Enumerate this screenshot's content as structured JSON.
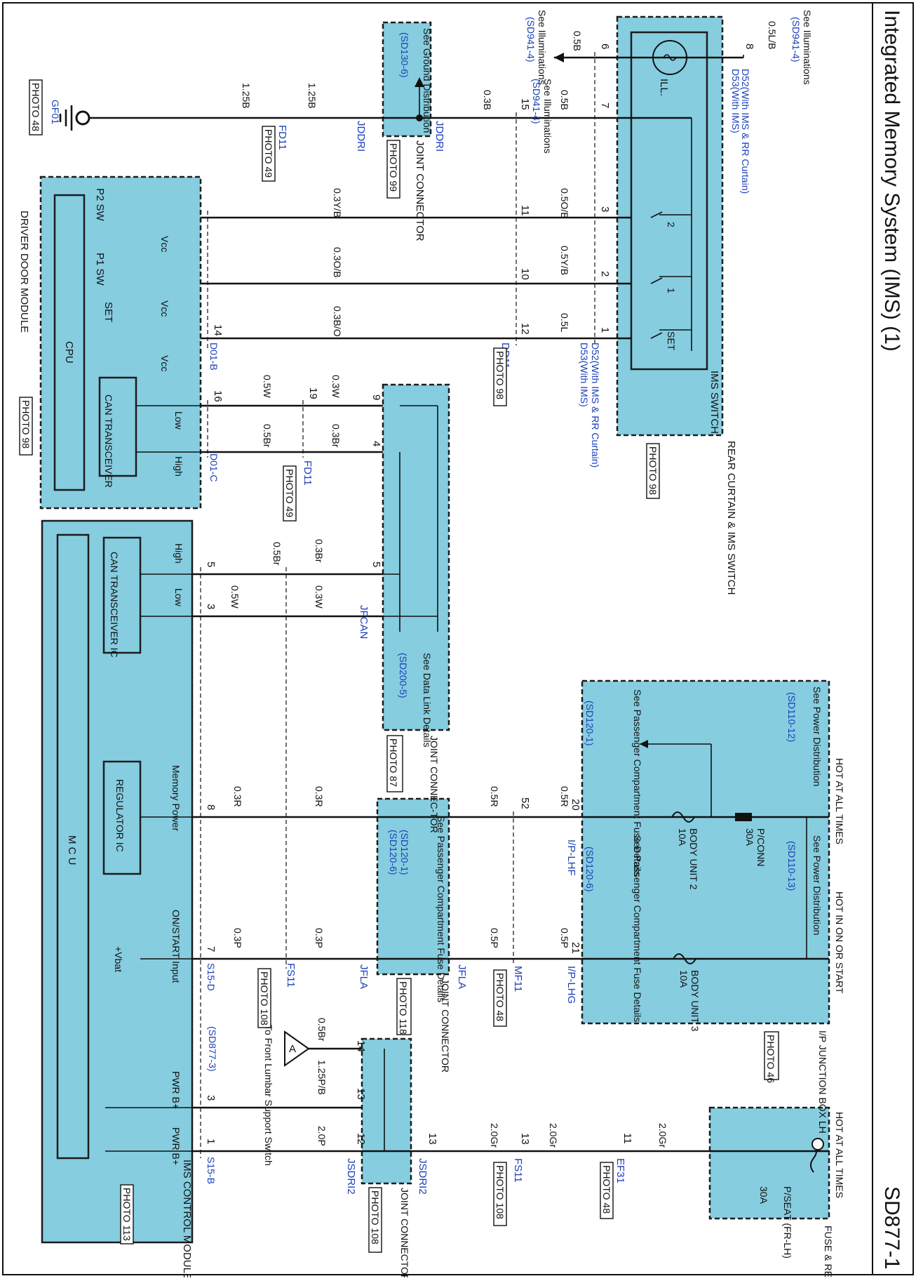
{
  "title": "Integrated Memory System (IMS) (1)",
  "page_code": "SD877-1",
  "modules": {
    "rear_curtain_ims_switch": {
      "name": "REAR CURTAIN & IMS SWITCH",
      "photo": "PHOTO 98",
      "connector_a": "D53(With IMS)",
      "connector_b": "D52(With IMS & RR Curtain)",
      "ims_switch": "IMS SWITCH",
      "ill": "ILL.",
      "sw_labels": [
        "2",
        "1",
        "SET"
      ]
    },
    "driver_door_module": {
      "name": "DRIVER DOOR MODULE",
      "photo": "PHOTO 98",
      "cpu": "CPU",
      "can": "CAN TRANSCEIVER",
      "conn_b": "D01-B",
      "conn_c": "D01-C",
      "inputs": [
        "P2 SW",
        "P1 SW",
        "SET"
      ],
      "vcc": "Vcc",
      "low": "Low",
      "high": "High"
    },
    "ims_control_module": {
      "name": "IMS CONTROL MODULE",
      "photo": "PHOTO 113",
      "mcu": "M C U",
      "can": "CAN TRANSCEIVER IC",
      "regulator": "REGULATOR IC",
      "memory_power": "Memory Power",
      "on_start": "ON/START Input",
      "vbat": "+Vbat",
      "pwr": "PWR B+",
      "high": "High",
      "low": "Low",
      "conn_d": "S15-D",
      "conn_b": "S15-B"
    },
    "ip_junction_box": {
      "name": "I/P JUNCTION BOX LH",
      "photo": "PHOTO 46",
      "hot_all": "HOT AT ALL TIMES",
      "hot_on": "HOT IN ON OR START",
      "pconn_name": "P/CONN",
      "pconn_rating": "30A",
      "fuse2_name": "BODY UNIT 2",
      "fuse2_rating": "10A",
      "fuse3_name": "BODY UNIT 3",
      "fuse3_rating": "10A",
      "power_ref1": "See Power Distribution",
      "power_ref1_code": "(SD110-12)",
      "power_ref2": "See Power Distribution",
      "power_ref2_code": "(SD110-13)",
      "pass_ref": "See Passenger Compartment Fuse Details",
      "pass_ref1_code": "(SD120-1)",
      "pass_ref2_code": "(SD120-6)",
      "conn_hf": "I/P-LHF",
      "conn_hg": "I/P-LHG"
    },
    "fuse_relay_box": {
      "name": "FUSE & RELAY BOX",
      "hot_all": "HOT AT ALL TIMES",
      "fuse_name": "P/SEAT (FR-LH)",
      "fuse_rating": "30A"
    },
    "jddri": {
      "name": "JOINT CONNECTOR",
      "photo": "PHOTO 99",
      "ref": "See Ground Distribution",
      "ref_code": "(SD130-6)",
      "code": "JDDRI"
    },
    "jfcan": {
      "name": "JOINT CONNEC-TOR",
      "photo": "PHOTO 87",
      "ref": "See Data Link Details",
      "ref_code": "(SD200-5)",
      "code": "JFCAN"
    },
    "jfla": {
      "name": "JOINT CONNECTOR",
      "photo": "PHOTO 118",
      "ref": "See Passenger Compartment Fuse Details",
      "ref_code1": "(SD120-1)",
      "ref_code2": "(SD120-6)",
      "code": "JFLA"
    },
    "jsdri2": {
      "name": "JOINT CONNECTOR",
      "photo": "PHOTO 108",
      "code": "JSDRI2"
    }
  },
  "ground": {
    "code": "GF01",
    "photo": "PHOTO 48"
  },
  "connectors": {
    "fd11": {
      "code": "FD11",
      "photo": "PHOTO 49"
    },
    "dd11": {
      "code": "DD11",
      "photo": "PHOTO 98"
    },
    "fs11": {
      "code": "FS11",
      "photo": "PHOTO 108"
    },
    "mf11": {
      "code": "MF11",
      "photo": "PHOTO 48"
    },
    "ef31": {
      "code": "EF31",
      "photo": "PHOTO 48"
    }
  },
  "illum": {
    "ref": "See Illuminations",
    "code": "(SD941-4)"
  },
  "lumbar": {
    "tag": "A",
    "text": "To Front Lumbar Support Switch",
    "code": "(SD877-3)"
  },
  "wires": {
    "w_05lb": "0.5L/B",
    "w_05b": "0.5B",
    "w_03b": "0.3B",
    "w_125b": "1.25B",
    "w_05ob": "0.5O/B",
    "w_03yb": "0.3Y/B",
    "w_05yb": "0.5Y/B",
    "w_03ob": "0.3O/B",
    "w_05l": "0.5L",
    "w_03bo": "0.3B/O",
    "w_03w": "0.3W",
    "w_05w": "0.5W",
    "w_03br": "0.3Br",
    "w_05br": "0.5Br",
    "w_05r": "0.5R",
    "w_03r": "0.3R",
    "w_05p": "0.5P",
    "w_03p": "0.3P",
    "w_20gr": "2.0Gr",
    "w_125pb": "1.25P/B",
    "w_20p": "2.0P"
  },
  "pins": [
    "8",
    "6",
    "7",
    "3",
    "2",
    "1",
    "15",
    "11",
    "10",
    "12",
    "9",
    "4",
    "19",
    "16",
    "14",
    "5",
    "52",
    "20",
    "21",
    "13",
    "3",
    "1",
    "10",
    "8",
    "15",
    "16",
    "19",
    "14",
    "12",
    "11",
    "4",
    "5",
    "3",
    "7",
    "1",
    "3",
    "1",
    "6",
    "9",
    "10",
    "11",
    "12",
    "13",
    "11",
    "13",
    "14"
  ]
}
